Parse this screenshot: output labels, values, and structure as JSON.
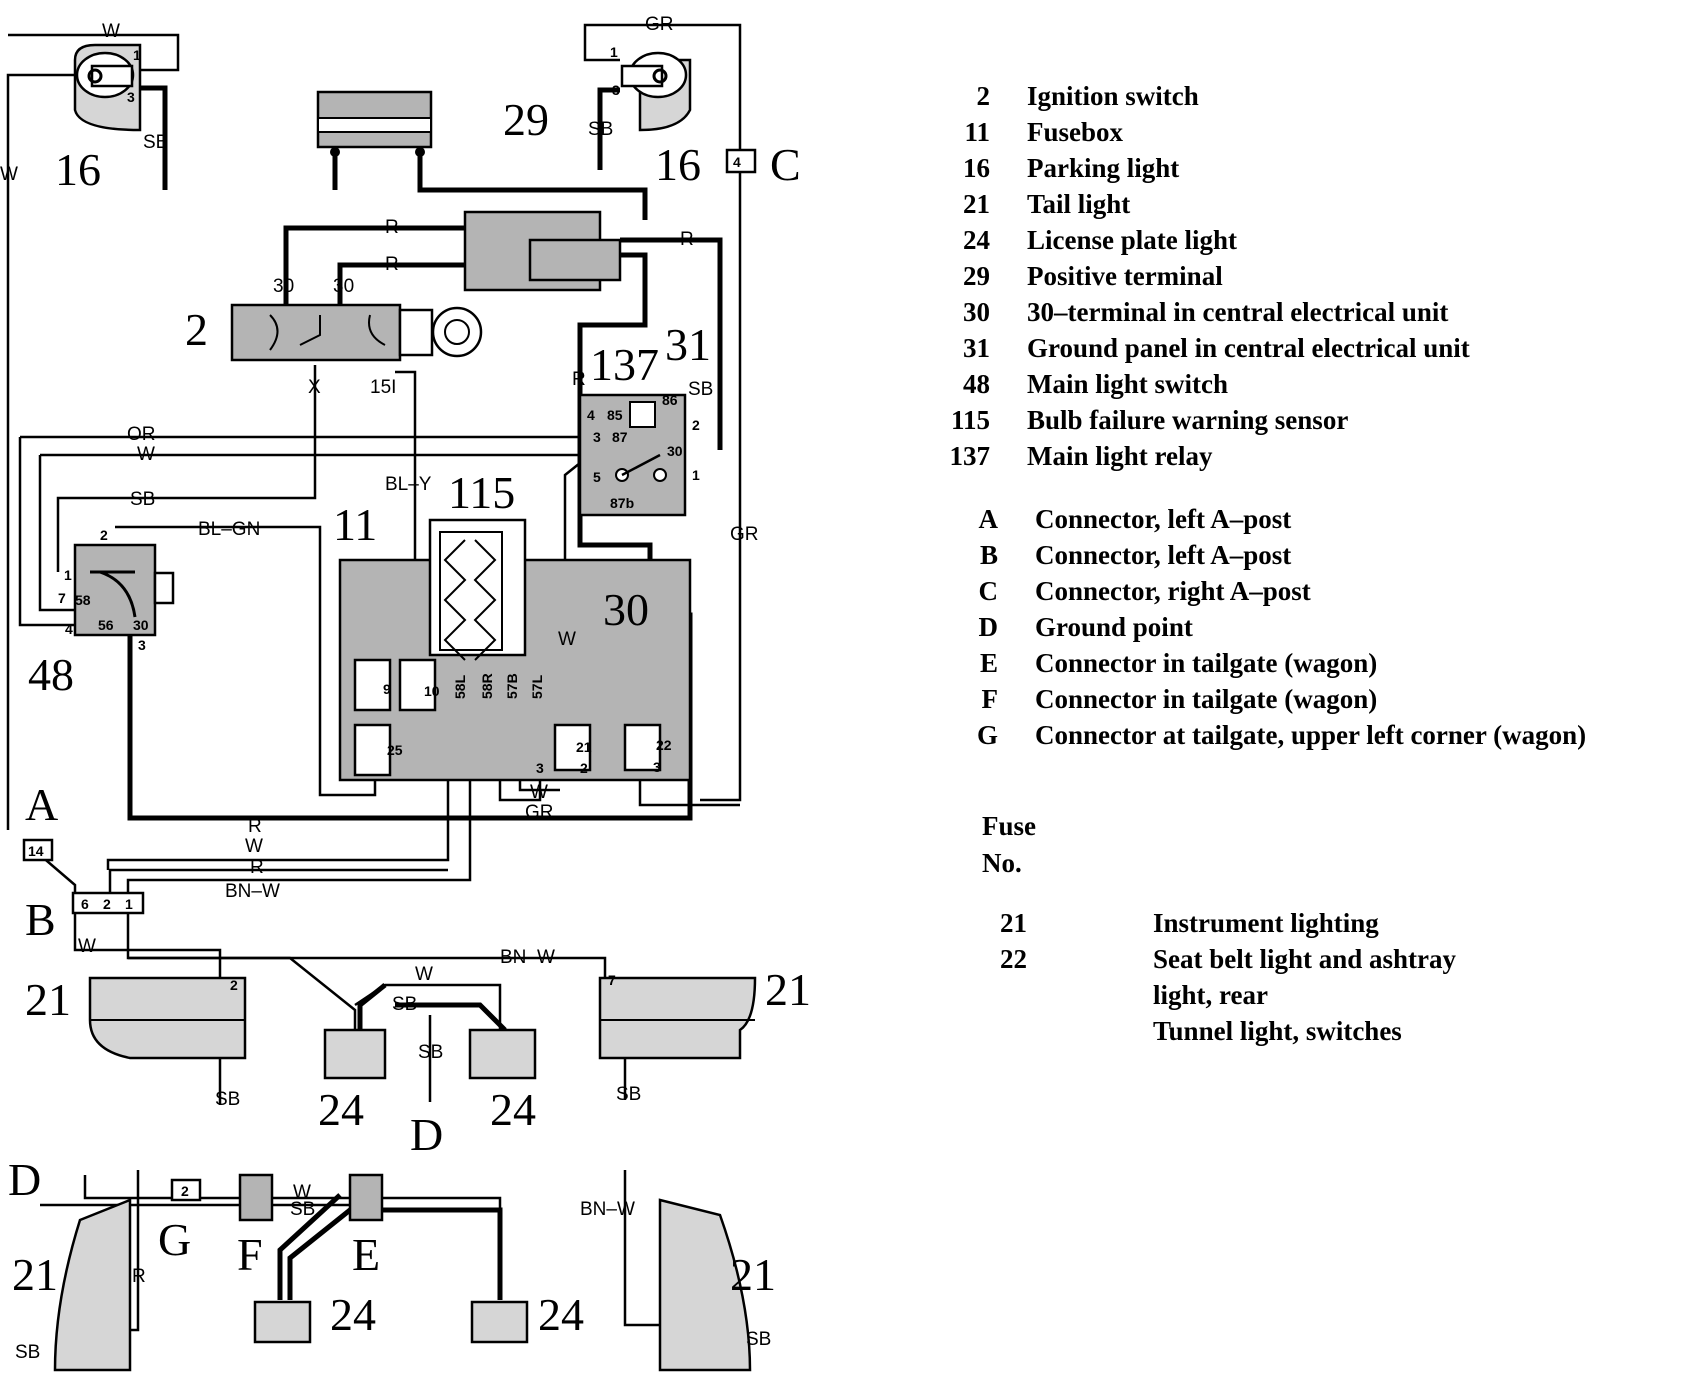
{
  "diagram": {
    "components": {
      "c16": "16",
      "c29": "29",
      "c2": "2",
      "c137": "137",
      "c31": "31",
      "c115": "115",
      "c11": "11",
      "c48": "48",
      "c21": "21",
      "c24": "24",
      "cA": "A",
      "cB": "B",
      "cC": "C",
      "cD": "D",
      "cE": "E",
      "cF": "F",
      "cG": "G",
      "c30": "30"
    },
    "wires": {
      "W": "W",
      "GR": "GR",
      "SB": "SB",
      "R": "R",
      "OR": "OR",
      "BL_GN": "BL–GN",
      "BL_Y": "BL–Y",
      "BN_W": "BN–W",
      "X": "X",
      "t15I": "15I",
      "t30": "30"
    },
    "pins": {
      "p1": "1",
      "p2": "2",
      "p3": "3",
      "p4": "4",
      "p5": "5",
      "p6": "6",
      "p7": "7",
      "p9": "9",
      "p10": "10",
      "p14": "14",
      "p21": "21",
      "p22": "22",
      "p25": "25",
      "p56": "56",
      "p58": "58",
      "p85": "85",
      "p86": "86",
      "p87": "87",
      "p87b": "87b",
      "p58L": "58L",
      "p58R": "58R",
      "p57B": "57B",
      "p57L": "57L"
    }
  },
  "legend": {
    "items": [
      {
        "num": "2",
        "text": "Ignition switch"
      },
      {
        "num": "11",
        "text": "Fusebox"
      },
      {
        "num": "16",
        "text": "Parking light"
      },
      {
        "num": "21",
        "text": "Tail light"
      },
      {
        "num": "24",
        "text": "License plate light"
      },
      {
        "num": "29",
        "text": "Positive terminal"
      },
      {
        "num": "30",
        "text": "30–terminal in central electrical unit"
      },
      {
        "num": "31",
        "text": "Ground panel in central electrical unit"
      },
      {
        "num": "48",
        "text": "Main light switch"
      },
      {
        "num": "115",
        "text": "Bulb failure warning sensor"
      },
      {
        "num": "137",
        "text": "Main light relay"
      }
    ],
    "connectors": [
      {
        "num": "A",
        "text": "Connector, left A–post"
      },
      {
        "num": "B",
        "text": "Connector, left A–post"
      },
      {
        "num": "C",
        "text": "Connector, right A–post"
      },
      {
        "num": "D",
        "text": "Ground point"
      },
      {
        "num": "E",
        "text": "Connector in tailgate (wagon)"
      },
      {
        "num": "F",
        "text": "Connector in tailgate (wagon)"
      },
      {
        "num": "G",
        "text": "Connector at tailgate, upper left corner (wagon)"
      }
    ],
    "fuse_heading": "Fuse",
    "fuse_heading2": "No.",
    "fuses": [
      {
        "num": "21",
        "lines": [
          "Instrument lighting"
        ]
      },
      {
        "num": "22",
        "lines": [
          "Seat belt light and ashtray",
          "light, rear",
          "Tunnel light, switches"
        ]
      }
    ]
  }
}
